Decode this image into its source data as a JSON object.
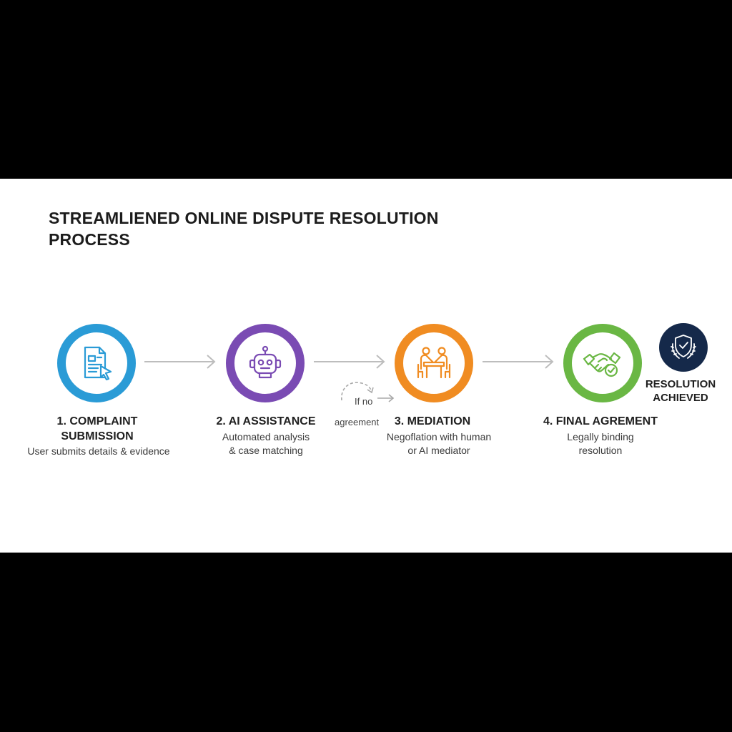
{
  "title": "STREAMLIENED ONLINE DISPUTE RESOLUTION PROCESS",
  "colors": {
    "step1": "#2a9bd6",
    "step2": "#7a4bb3",
    "step3": "#f08c22",
    "step4": "#6ab744",
    "badge": "#15294a",
    "arrow": "#bdbdbd"
  },
  "steps": [
    {
      "title_line1": "1. COMPLAINT",
      "title_line2": "SUBMISSION",
      "desc_line1": "User submits details & evidence",
      "desc_line2": "",
      "icon": "document-cursor-icon"
    },
    {
      "title_line1": "2. AI ASSISTANCE",
      "title_line2": "",
      "desc_line1": "Automated analysis",
      "desc_line2": "& case matching",
      "icon": "robot-icon"
    },
    {
      "title_line1": "3. MEDIATION",
      "title_line2": "",
      "desc_line1": "Negoflation with human",
      "desc_line2": "or AI mediator",
      "icon": "meeting-table-icon"
    },
    {
      "title_line1": "4. FINAL AGREMENT",
      "title_line2": "",
      "desc_line1": "Legally binding",
      "desc_line2": "resolution",
      "icon": "handshake-check-icon"
    }
  ],
  "branch": {
    "line1": "If no",
    "line2": "agreement"
  },
  "outcome": {
    "line1": "RESOLUTION",
    "line2": "ACHIEVED",
    "icon": "shield-laurel-icon"
  }
}
